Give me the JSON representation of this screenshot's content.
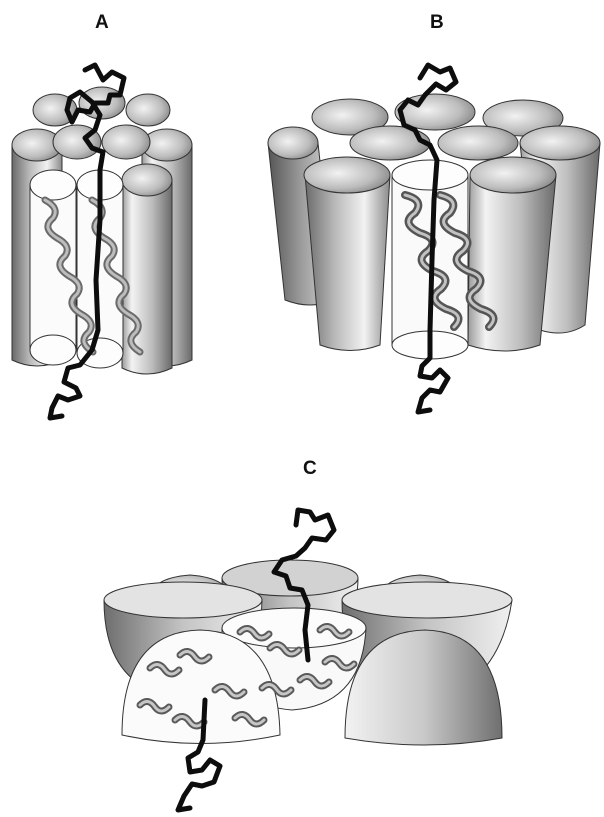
{
  "panels": [
    {
      "id": "A",
      "label": "A"
    },
    {
      "id": "B",
      "label": "B"
    },
    {
      "id": "C",
      "label": "C"
    }
  ],
  "colors": {
    "background": "#ffffff",
    "cylinder_dark": "#5c5c5c",
    "cylinder_mid": "#a8a8a8",
    "cylinder_light": "#f4f4f4",
    "outline": "#333333",
    "chain": "#0d0d0d"
  }
}
